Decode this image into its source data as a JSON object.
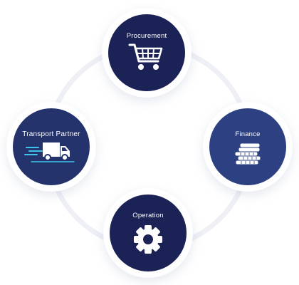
{
  "diagram": {
    "nodes": {
      "procurement": {
        "label": "Procurement",
        "icon": "shopping-cart-icon",
        "color": "#1b2255"
      },
      "transport": {
        "label": "Transport  Partner",
        "icon": "delivery-truck-icon",
        "color": "#24336b"
      },
      "finance": {
        "label": "Finance",
        "icon": "coin-stack-icon",
        "color": "#2d4082"
      },
      "operation": {
        "label": "Operation",
        "icon": "gear-icon",
        "color": "#1b2255"
      }
    },
    "accent_colors": {
      "speed_lines": "#3fc3e8",
      "ring": "#eef0f6"
    }
  }
}
